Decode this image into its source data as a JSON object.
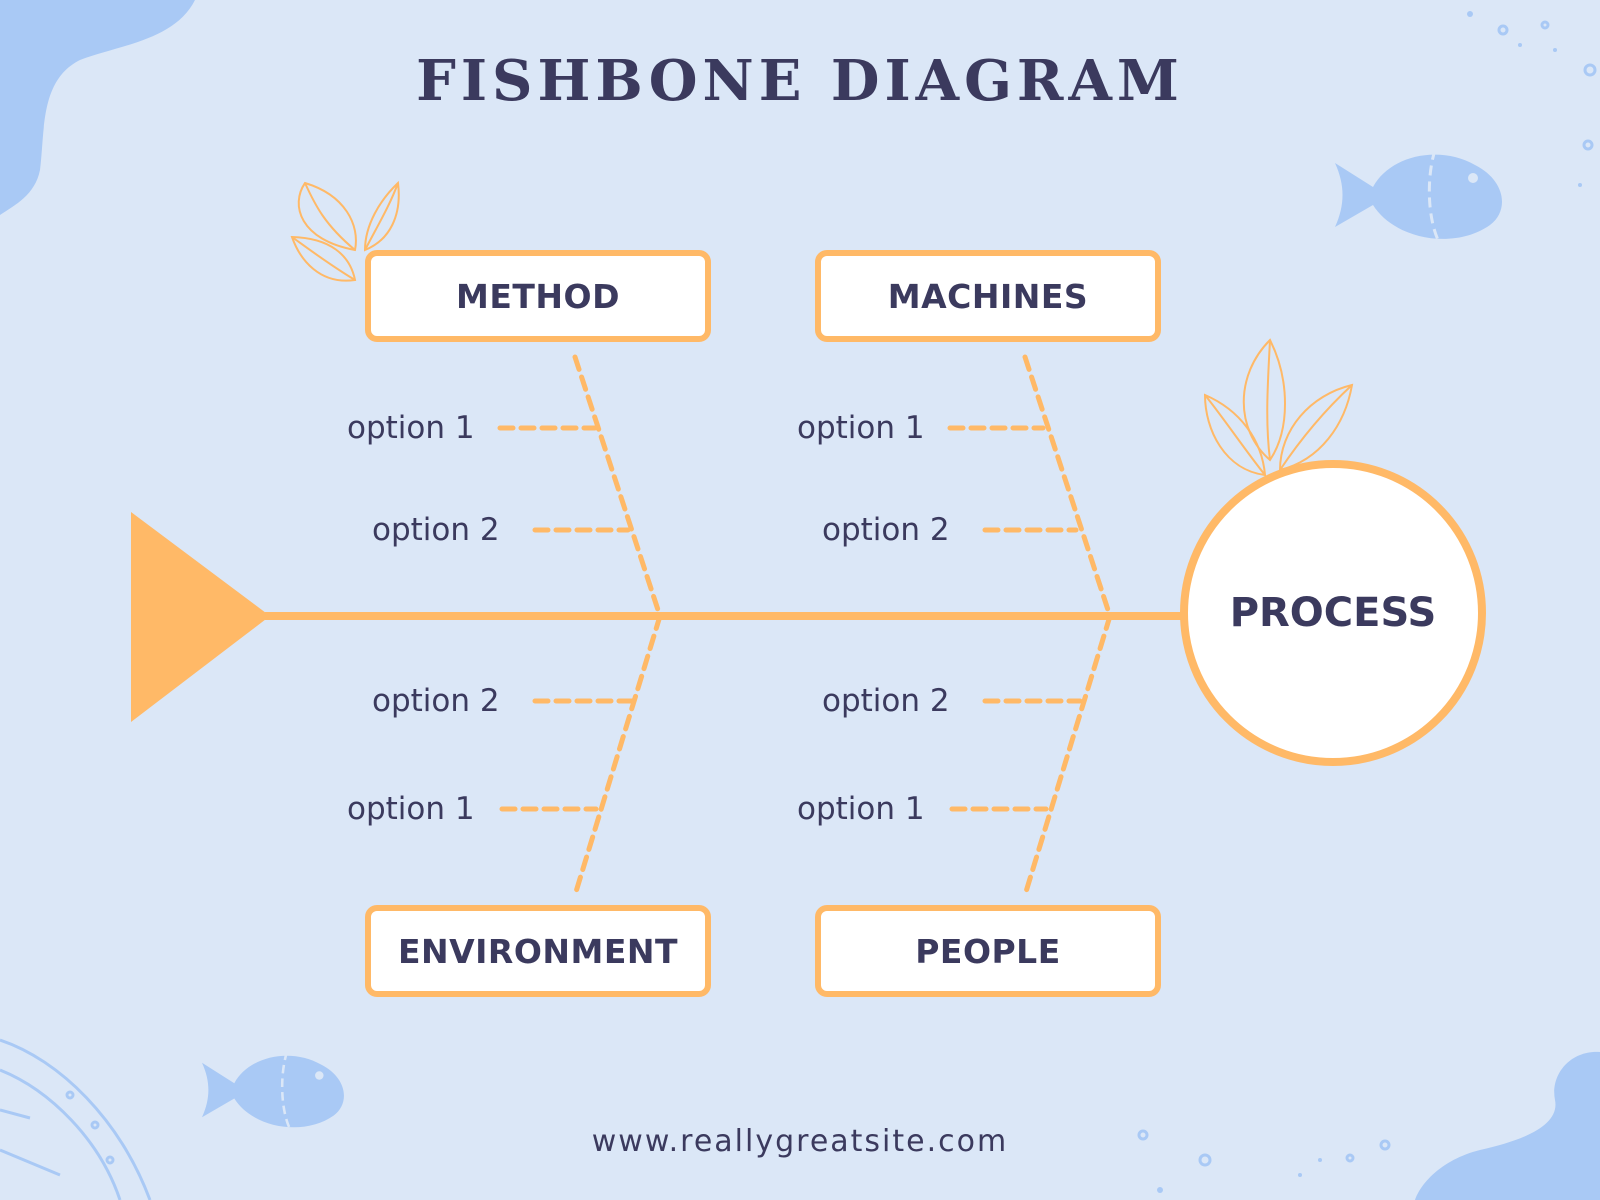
{
  "title": "FISHBONE DIAGRAM",
  "head": "PROCESS",
  "categories": {
    "method": "METHOD",
    "machines": "MACHINES",
    "environment": "ENVIRONMENT",
    "people": "PEOPLE"
  },
  "options": {
    "method": [
      "option 1",
      "option 2"
    ],
    "machines": [
      "option 1",
      "option 2"
    ],
    "environment": [
      "option 2",
      "option 1"
    ],
    "people": [
      "option 2",
      "option 1"
    ]
  },
  "footer": "www.reallygreatsite.com",
  "colors": {
    "background": "#dbe7f7",
    "accent": "#ffb967",
    "text": "#3b3a5e",
    "decor": "#a9c9f5"
  }
}
